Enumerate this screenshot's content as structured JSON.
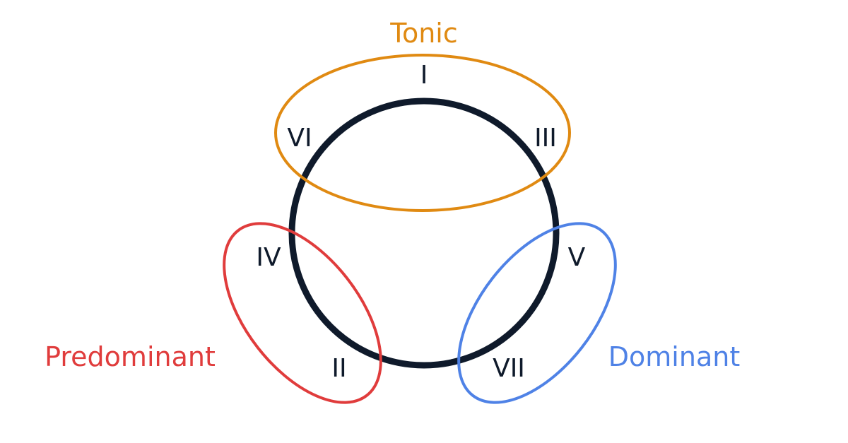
{
  "colors": {
    "circle": "#0f1a2b",
    "tonic": "#e08a12",
    "predominant": "#e03c3c",
    "dominant": "#4f82e6"
  },
  "groups": {
    "tonic": "Tonic",
    "predominant": "Predominant",
    "dominant": "Dominant"
  },
  "numerals": {
    "i": "I",
    "ii": "II",
    "iii": "III",
    "iv": "IV",
    "v": "V",
    "vi": "VI",
    "vii": "VII"
  }
}
